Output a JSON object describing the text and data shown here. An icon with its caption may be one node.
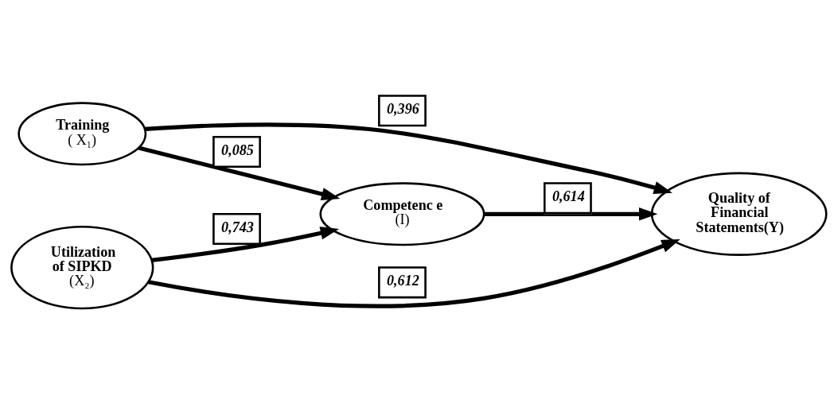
{
  "diagram": {
    "nodes": [
      {
        "text": [
          "Training",
          "( X₁)"
        ]
      },
      {
        "text": [
          "Competenc e",
          "(I)"
        ]
      },
      {
        "text": [
          "Utilization of SIPKD",
          "(X₂)"
        ]
      },
      {
        "text": [
          "Quality of Financial Statements(Y)"
        ]
      }
    ],
    "edges": [
      {
        "from": 0,
        "to": 1,
        "arrow": "to",
        "label": "0,085"
      },
      {
        "from": 0,
        "to": 3,
        "arrow": "to",
        "label": "0,396"
      },
      {
        "from": 1,
        "to": 3,
        "arrow": "to",
        "label": "0,614"
      },
      {
        "from": 2,
        "to": 1,
        "arrow": "to",
        "label": "0,743"
      },
      {
        "from": 2,
        "to": 3,
        "arrow": "to",
        "label": "0,612"
      }
    ]
  }
}
